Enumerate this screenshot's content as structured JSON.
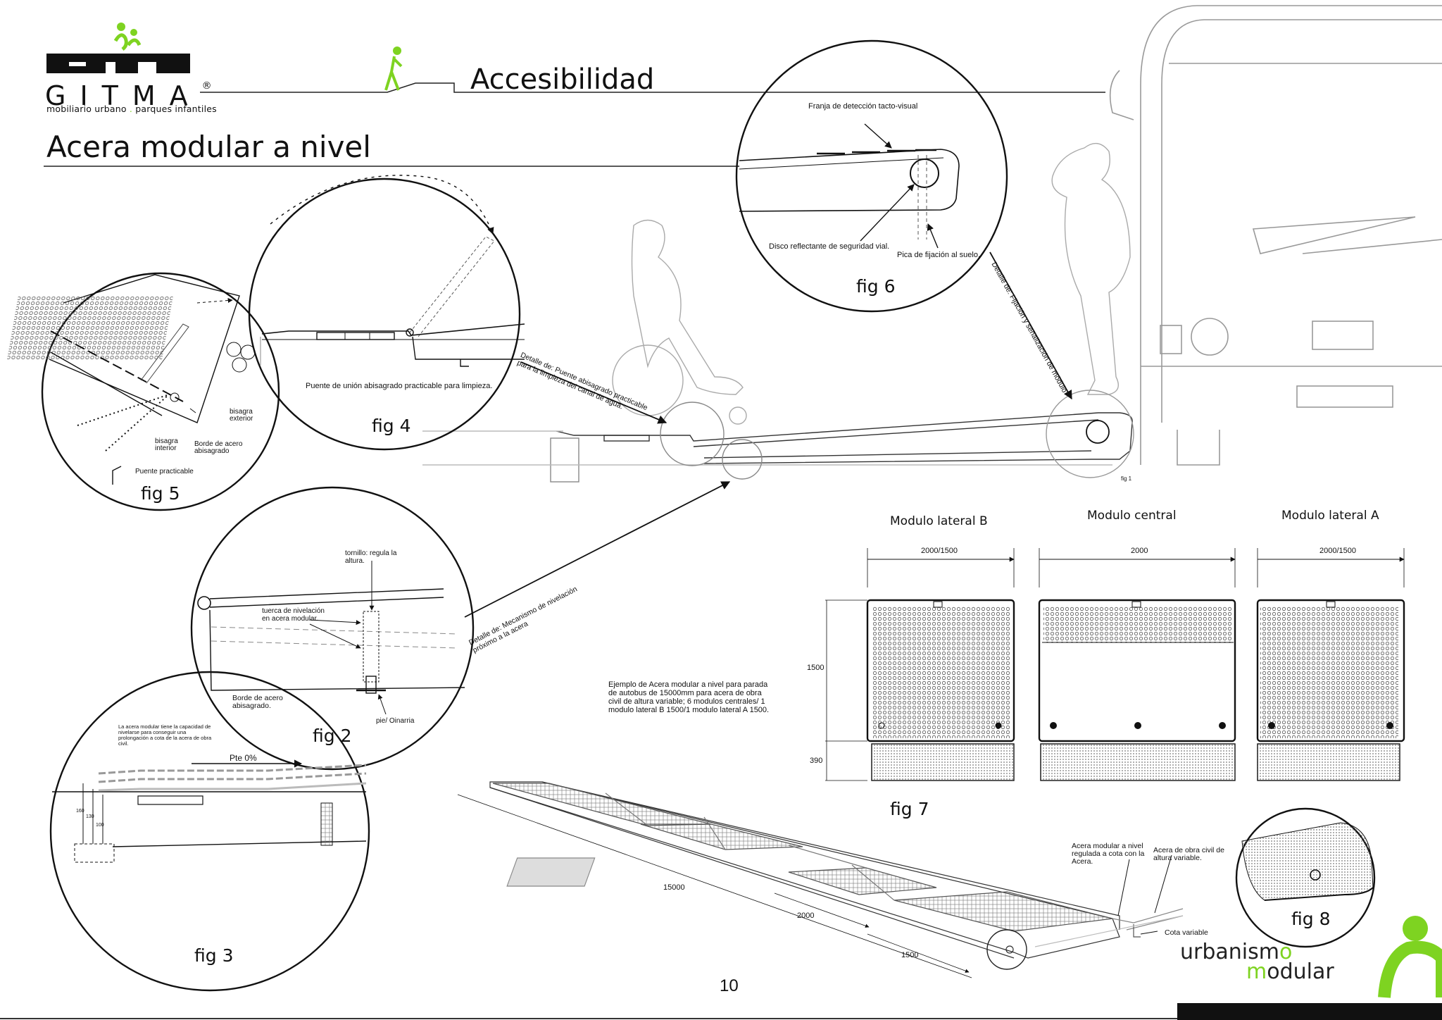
{
  "brand": {
    "name": "GITMA",
    "registered": "®",
    "tagline_part1": "mobiliario urbano",
    "tagline_sep": ".",
    "tagline_part2": "parques infantiles",
    "accent_color": "#7ed321"
  },
  "header": {
    "section_title": "Accesibilidad",
    "page_title": "Acera modular a nivel"
  },
  "figures": {
    "fig2": "fig 2",
    "fig3": "fig 3",
    "fig4": "fig 4",
    "fig5": "fig 5",
    "fig6": "fig 6",
    "fig7": "fig 7",
    "fig8": "fig 8",
    "fig1": "fig 1"
  },
  "labels": {
    "fig6_franja": "Franja de detección tacto-visual",
    "fig6_disco": "Disco reflectante de seguridad vial.",
    "fig6_pica": "Pica de fijación al suelo.",
    "fig4_puente": "Puente de unión abisagrado practicable para limpieza.",
    "fig5_bisagra_exterior": "bisagra exterior",
    "fig5_bisagra_interior": "bisagra interior",
    "fig5_borde": "Borde de acero abisagrado",
    "fig5_puente": "Puente practicable",
    "fig2_tornillo": "tornillo: regula la altura.",
    "fig2_tuerca": "tuerca de nivelación en acera modular.",
    "fig2_borde": "Borde de acero abisagrado.",
    "fig2_pie": "pie/ Oinarria",
    "fig3_note": "La acera modular tiene la capacidad de nivelarse para conseguir una prolongación a cota de la acera de obra civil.",
    "fig3_pte": "Pte 0%",
    "fig3_dim1": "160",
    "fig3_dim2": "130",
    "fig3_dim3": "100",
    "detail_puente": "Detalle de: Puente abisagrado practicable para la limpieza del canal de agua.",
    "detail_fijacion": "Detalle de: Fijación y señalización de módulo",
    "detail_mecanismo": "Detalle de: Mecanismo de nivelación próximo a la acera",
    "example_note": "Ejemplo de Acera modular a nivel para parada de autobus de 15000mm para acera de obra civil de altura variable; 6 modulos centrales/ 1 modulo lateral B 1500/1 modulo lateral A 1500.",
    "acera_modular": "Acera modular a nivel regulada a cota con la Acera.",
    "acera_obra": "Acera de obra civil de altura variable.",
    "cota_variable": "Cota variable",
    "dim_15000": "15000",
    "dim_2000": "2000",
    "dim_1500": "1500"
  },
  "modules": {
    "lateral_b": {
      "title": "Modulo lateral B",
      "width": "2000/1500"
    },
    "central": {
      "title": "Modulo central",
      "width": "2000"
    },
    "lateral_a": {
      "title": "Modulo lateral A",
      "width": "2000/1500"
    },
    "height_1500": "1500",
    "height_390": "390"
  },
  "footer": {
    "page_number": "10",
    "logo_word1_a": "urbanism",
    "logo_word1_b": "o",
    "logo_word2_a": "m",
    "logo_word2_b": "odular"
  }
}
